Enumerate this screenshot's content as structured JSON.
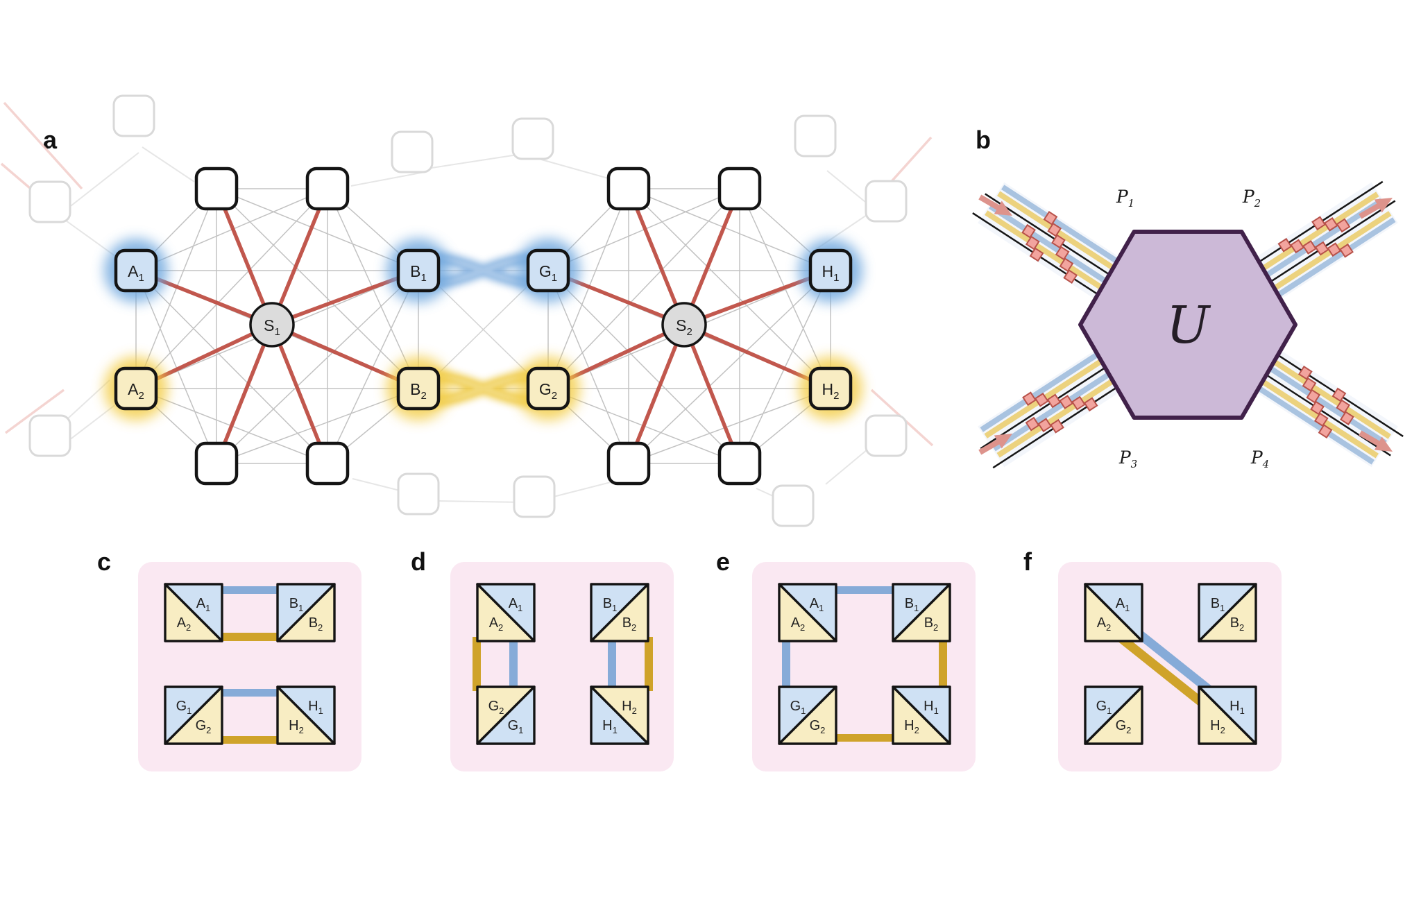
{
  "panel_labels": {
    "a": "a",
    "b": "b",
    "c": "c",
    "d": "d",
    "e": "e",
    "f": "f"
  },
  "colors": {
    "node_blue_fill": "#cfe1f4",
    "node_yellow_fill": "#f8edc3",
    "glow_blue": "#6aa4dd",
    "glow_yellow": "#f3cc44",
    "hub_gray": "#dcdcdc",
    "edge_red": "#bf4f44",
    "edge_gray": "#b3b3b3",
    "link_blue": "#7fadde",
    "link_yellow": "#edc73e",
    "bar_blue": "#86abd8",
    "bar_yellow": "#cfa32a",
    "panel_pink": "#fae8f2",
    "hexagon_fill": "#ccb9d7",
    "hexagon_stroke": "#41214a",
    "coupler_square": "#f2a49e",
    "arrow_pink": "#dd938c",
    "stripe_black": "#161616",
    "stripe_blue": "#a9c3e0",
    "stripe_yellow": "#ecd27e"
  },
  "panel_a": {
    "hub1": {
      "base": "S",
      "sub": "1"
    },
    "hub2": {
      "base": "S",
      "sub": "2"
    },
    "net1_nodes": {
      "a1": {
        "base": "A",
        "sub": "1"
      },
      "a2": {
        "base": "A",
        "sub": "2"
      },
      "b1": {
        "base": "B",
        "sub": "1"
      },
      "b2": {
        "base": "B",
        "sub": "2"
      }
    },
    "net2_nodes": {
      "g1": {
        "base": "G",
        "sub": "1"
      },
      "g2": {
        "base": "G",
        "sub": "2"
      },
      "h1": {
        "base": "H",
        "sub": "1"
      },
      "h2": {
        "base": "H",
        "sub": "2"
      }
    }
  },
  "panel_b": {
    "unitary": "U",
    "ports": {
      "p1": {
        "base": "P",
        "sub": "1"
      },
      "p2": {
        "base": "P",
        "sub": "2"
      },
      "p3": {
        "base": "P",
        "sub": "3"
      },
      "p4": {
        "base": "P",
        "sub": "4"
      }
    }
  },
  "panel_c": {
    "a1": {
      "base": "A",
      "sub": "1"
    },
    "a2": {
      "base": "A",
      "sub": "2"
    },
    "b1": {
      "base": "B",
      "sub": "1"
    },
    "b2": {
      "base": "B",
      "sub": "2"
    },
    "g1": {
      "base": "G",
      "sub": "1"
    },
    "g2": {
      "base": "G",
      "sub": "2"
    },
    "h1": {
      "base": "H",
      "sub": "1"
    },
    "h2": {
      "base": "H",
      "sub": "2"
    }
  },
  "panel_d": {
    "a1": {
      "base": "A",
      "sub": "1"
    },
    "a2": {
      "base": "A",
      "sub": "2"
    },
    "b1": {
      "base": "B",
      "sub": "1"
    },
    "b2": {
      "base": "B",
      "sub": "2"
    },
    "g1": {
      "base": "G",
      "sub": "1"
    },
    "g2": {
      "base": "G",
      "sub": "2"
    },
    "h1": {
      "base": "H",
      "sub": "1"
    },
    "h2": {
      "base": "H",
      "sub": "2"
    }
  },
  "panel_e": {
    "a1": {
      "base": "A",
      "sub": "1"
    },
    "a2": {
      "base": "A",
      "sub": "2"
    },
    "b1": {
      "base": "B",
      "sub": "1"
    },
    "b2": {
      "base": "B",
      "sub": "2"
    },
    "g1": {
      "base": "G",
      "sub": "1"
    },
    "g2": {
      "base": "G",
      "sub": "2"
    },
    "h1": {
      "base": "H",
      "sub": "1"
    },
    "h2": {
      "base": "H",
      "sub": "2"
    }
  },
  "panel_f": {
    "a1": {
      "base": "A",
      "sub": "1"
    },
    "a2": {
      "base": "A",
      "sub": "2"
    },
    "b1": {
      "base": "B",
      "sub": "1"
    },
    "b2": {
      "base": "B",
      "sub": "2"
    },
    "g1": {
      "base": "G",
      "sub": "1"
    },
    "g2": {
      "base": "G",
      "sub": "2"
    },
    "h1": {
      "base": "H",
      "sub": "1"
    },
    "h2": {
      "base": "H",
      "sub": "2"
    }
  }
}
